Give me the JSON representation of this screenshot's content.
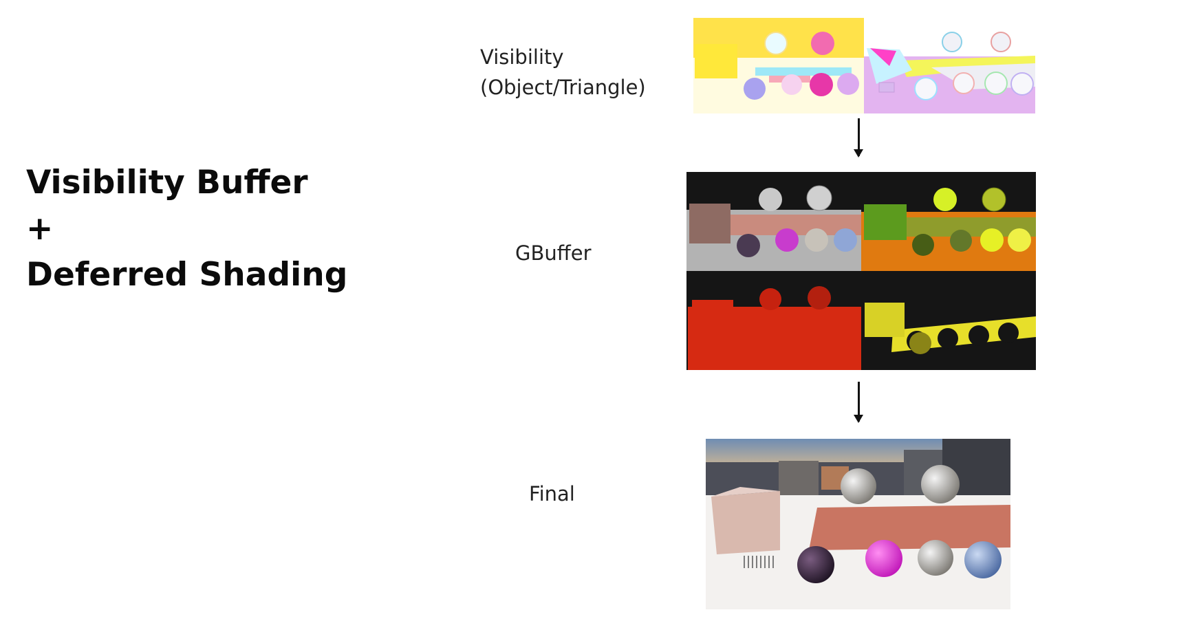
{
  "title": {
    "line1": "Visibility Buffer",
    "line2": "+",
    "line3": "Deferred Shading"
  },
  "stages": {
    "visibility": {
      "label_line1": "Visibility",
      "label_line2": "(Object/Triangle)"
    },
    "gbuffer": {
      "label": "GBuffer"
    },
    "final": {
      "label": "Final"
    }
  },
  "colors": {
    "visibility_yellow": "#ffe24a",
    "visibility_violet": "#e3b4f0",
    "gbuffer_gray": "#b3b3b3",
    "gbuffer_orange": "#e07a10",
    "gbuffer_red": "#d62a12",
    "gbuffer_yellow": "#e7df2a",
    "sphere_magenta": "#e43ad8"
  }
}
